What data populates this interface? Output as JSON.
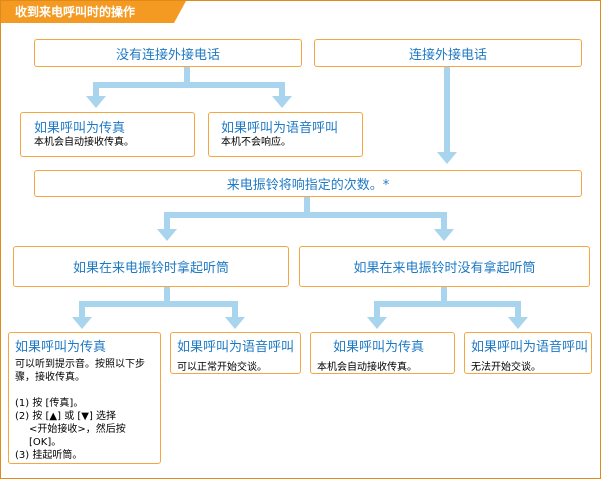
{
  "header": {
    "title": "收到来电呼叫时的操作"
  },
  "top": {
    "no_phone": "没有连接外接电话",
    "phone": "连接外接电话"
  },
  "no_phone_fax": {
    "title": "如果呼叫为传真",
    "text": "本机会自动接收传真。"
  },
  "no_phone_voice": {
    "title": "如果呼叫为语音呼叫",
    "text": "本机不会响应。"
  },
  "ring": {
    "text": "来电振铃将响指定的次数。*"
  },
  "picked_up": "如果在来电振铃时拿起听筒",
  "not_picked_up": "如果在来电振铃时没有拿起听筒",
  "picked_fax": {
    "title": "如果呼叫为传真",
    "text1": "可以听到提示音。按照以下步骤，接收传真。",
    "step1": "(1) 按 [传真]。",
    "step2a": "(2) 按 [▲] 或 [▼] 选择",
    "step2b": "<开始接收>，然后按",
    "step2c": "[OK]。",
    "step3": "(3) 挂起听筒。"
  },
  "picked_voice": {
    "title": "如果呼叫为语音呼叫",
    "text": "可以正常开始交谈。"
  },
  "notpicked_fax": {
    "title": "如果呼叫为传真",
    "text": "本机会自动接收传真。"
  },
  "notpicked_voice": {
    "title": "如果呼叫为语音呼叫",
    "text": "无法开始交谈。"
  },
  "colors": {
    "accent": "#f49a23",
    "arrow": "#a8d4ee",
    "text_blue": "#1f7ac4"
  }
}
